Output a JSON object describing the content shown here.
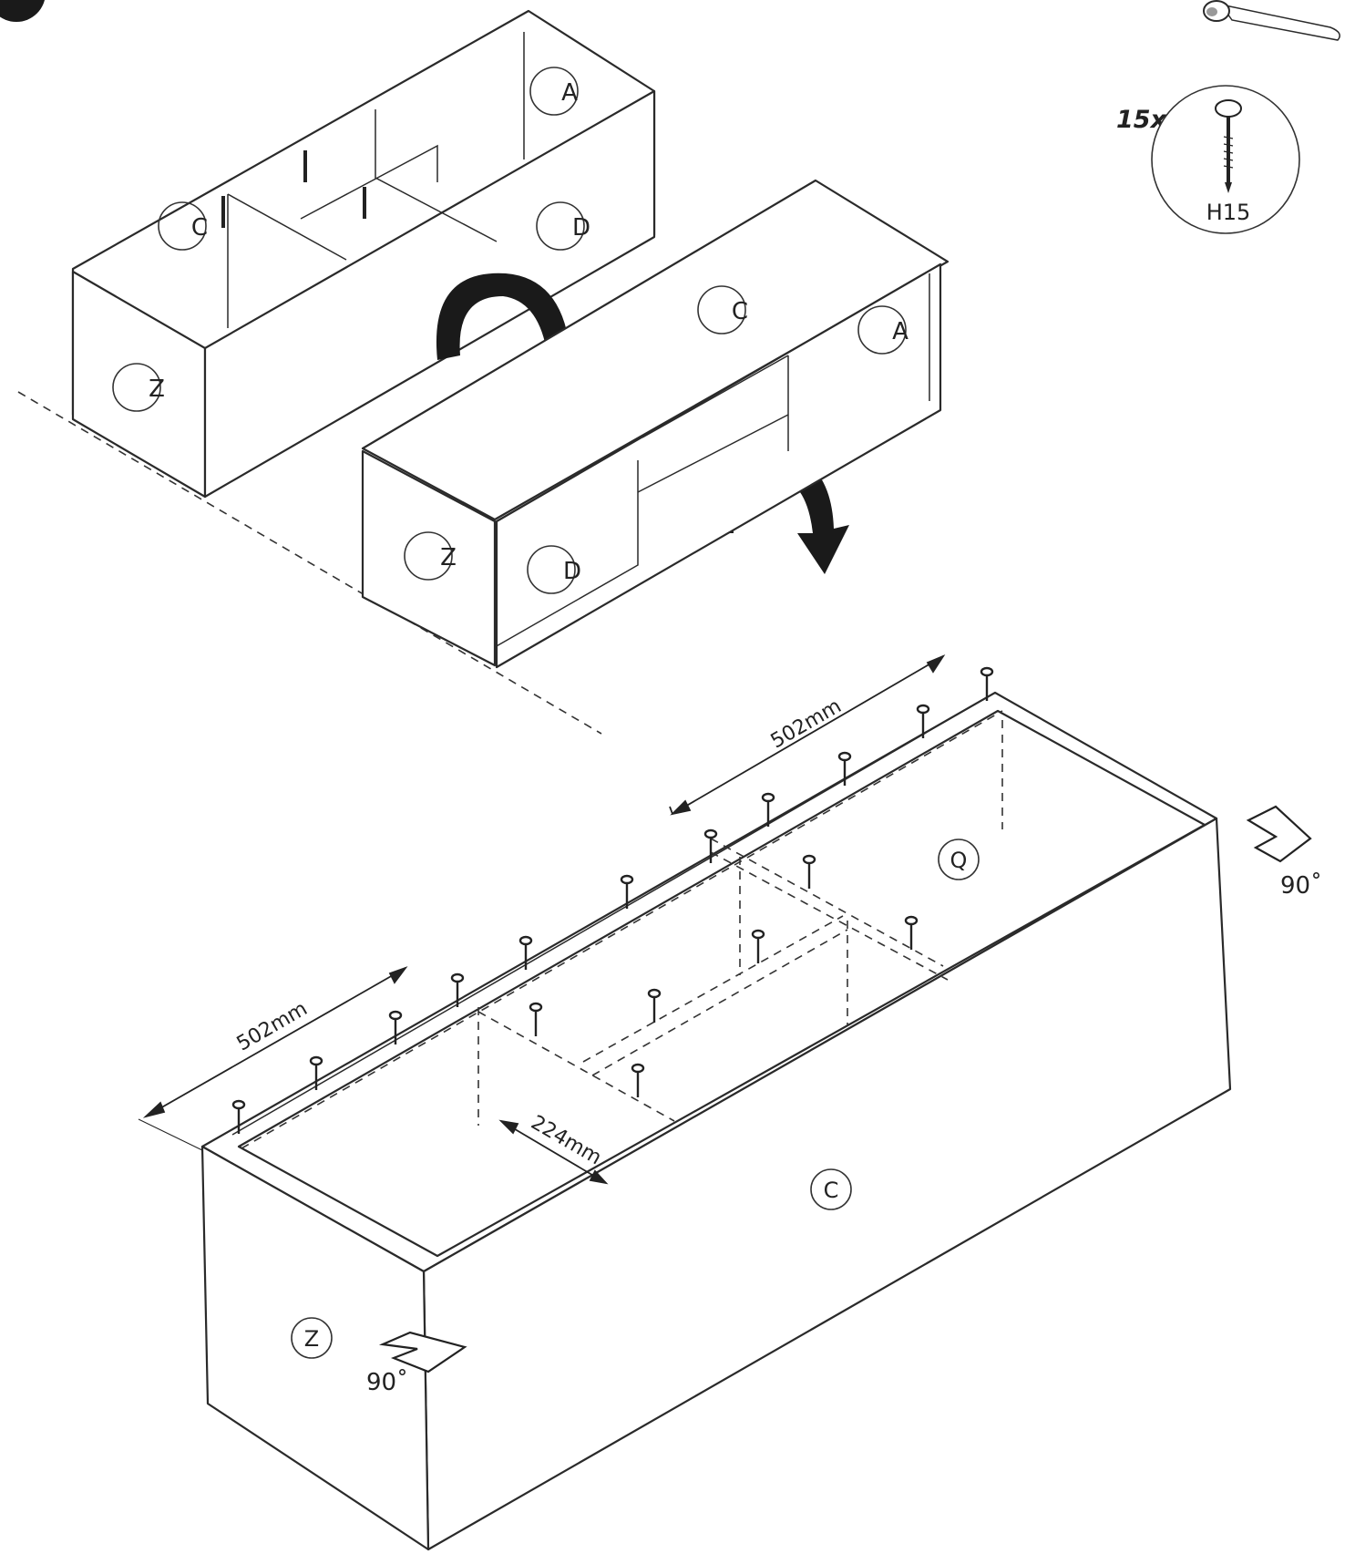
{
  "hardware": {
    "quantity": "15x",
    "nail_code": "H15"
  },
  "parts": {
    "top_view": {
      "a": "A",
      "c": "C",
      "d": "D",
      "z": "Z"
    },
    "flipped_view": {
      "c": "C",
      "a": "A",
      "z": "Z",
      "d": "D"
    },
    "assembly": {
      "q": "Q",
      "c": "C",
      "z": "Z"
    }
  },
  "dimensions": {
    "top": "502mm",
    "left": "502mm",
    "shelf": "224mm"
  },
  "angles": {
    "right": "90˚",
    "left": "90˚"
  },
  "icons": [
    "hammer-icon",
    "nail-icon",
    "rotate-arrow-icon",
    "right-angle-icon"
  ]
}
